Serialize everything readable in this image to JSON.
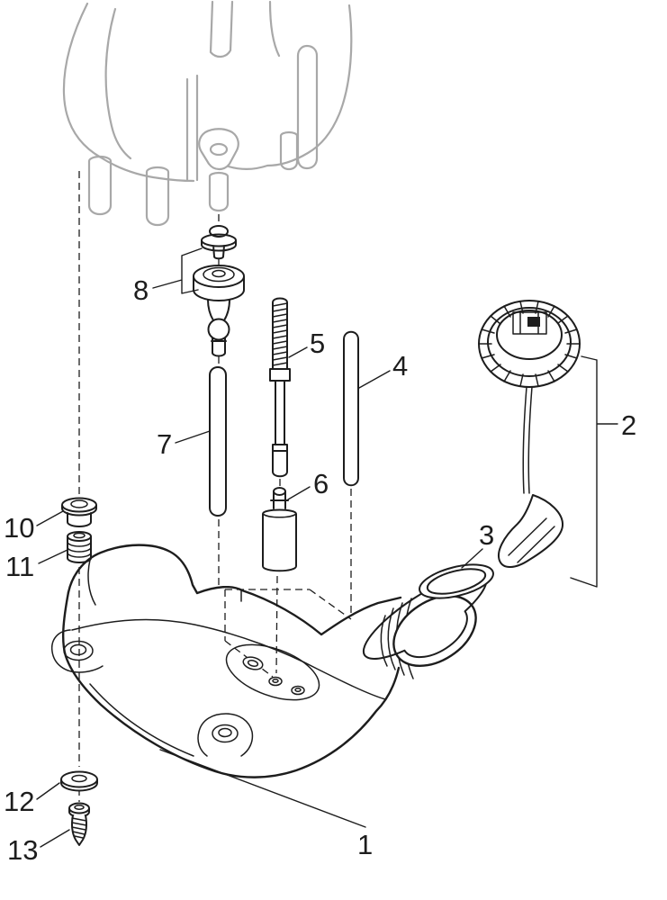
{
  "labels": {
    "part1": "1",
    "part2": "2",
    "part3": "3",
    "part4": "4",
    "part5": "5",
    "part6": "6",
    "part7": "7",
    "part8": "8",
    "part10": "10",
    "part11": "11",
    "part12": "12",
    "part13": "13"
  },
  "colors": {
    "ink": "#1d1d1d",
    "engine": "#a8a8a8",
    "background": "#ffffff"
  }
}
